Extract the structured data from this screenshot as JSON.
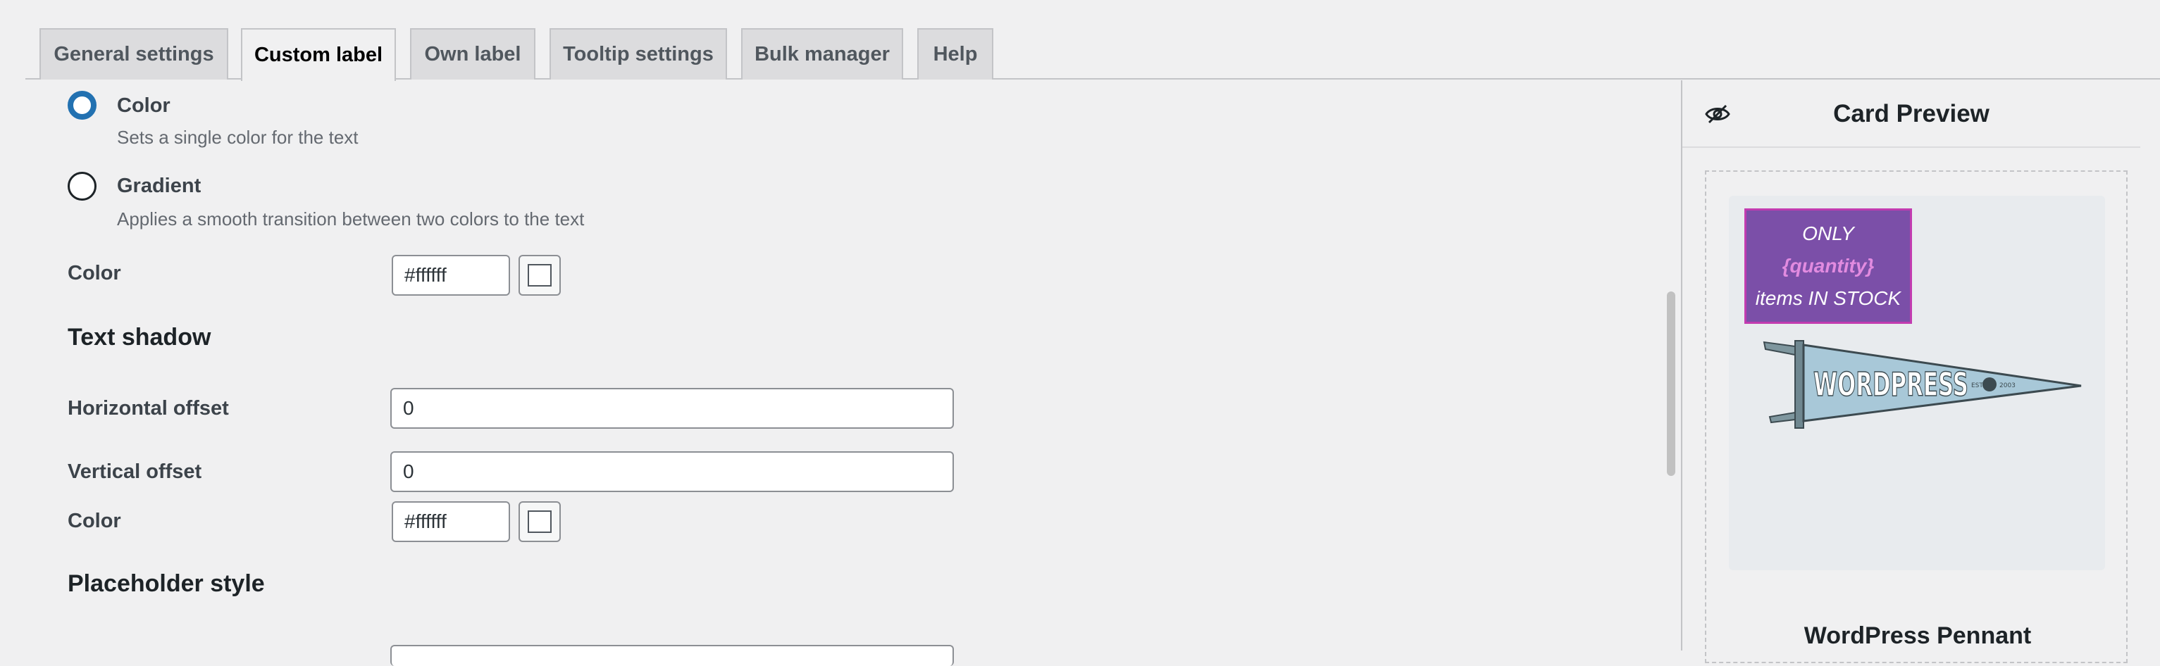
{
  "tabs": [
    {
      "label": "General settings",
      "active": false
    },
    {
      "label": "Custom label",
      "active": true
    },
    {
      "label": "Own label",
      "active": false
    },
    {
      "label": "Tooltip settings",
      "active": false
    },
    {
      "label": "Bulk manager",
      "active": false
    },
    {
      "label": "Help",
      "active": false
    }
  ],
  "text_color_mode": {
    "options": [
      {
        "title": "Color",
        "description": "Sets a single color for the text",
        "selected": true
      },
      {
        "title": "Gradient",
        "description": "Applies a smooth transition between two colors to the text",
        "selected": false
      }
    ]
  },
  "text_color": {
    "label": "Color",
    "value": "#ffffff"
  },
  "text_shadow": {
    "title": "Text shadow",
    "horizontal_offset": {
      "label": "Horizontal offset",
      "value": "0"
    },
    "vertical_offset": {
      "label": "Vertical offset",
      "value": "0"
    },
    "color": {
      "label": "Color",
      "value": "#ffffff"
    }
  },
  "placeholder_style": {
    "title": "Placeholder style"
  },
  "preview": {
    "title": "Card Preview",
    "label_lines": [
      "ONLY",
      "{quantity}",
      "items IN STOCK"
    ],
    "product_title": "WordPress Pennant",
    "pennant_text": "WORDPRESS",
    "pennant_small_text": "EST. 2003"
  },
  "colors": {
    "accent": "#2271b1",
    "label_background": "#7b4fa8",
    "label_border": "#c23cb0",
    "placeholder_text": "#e28be0",
    "pennant_fill": "#a8c8d8"
  }
}
